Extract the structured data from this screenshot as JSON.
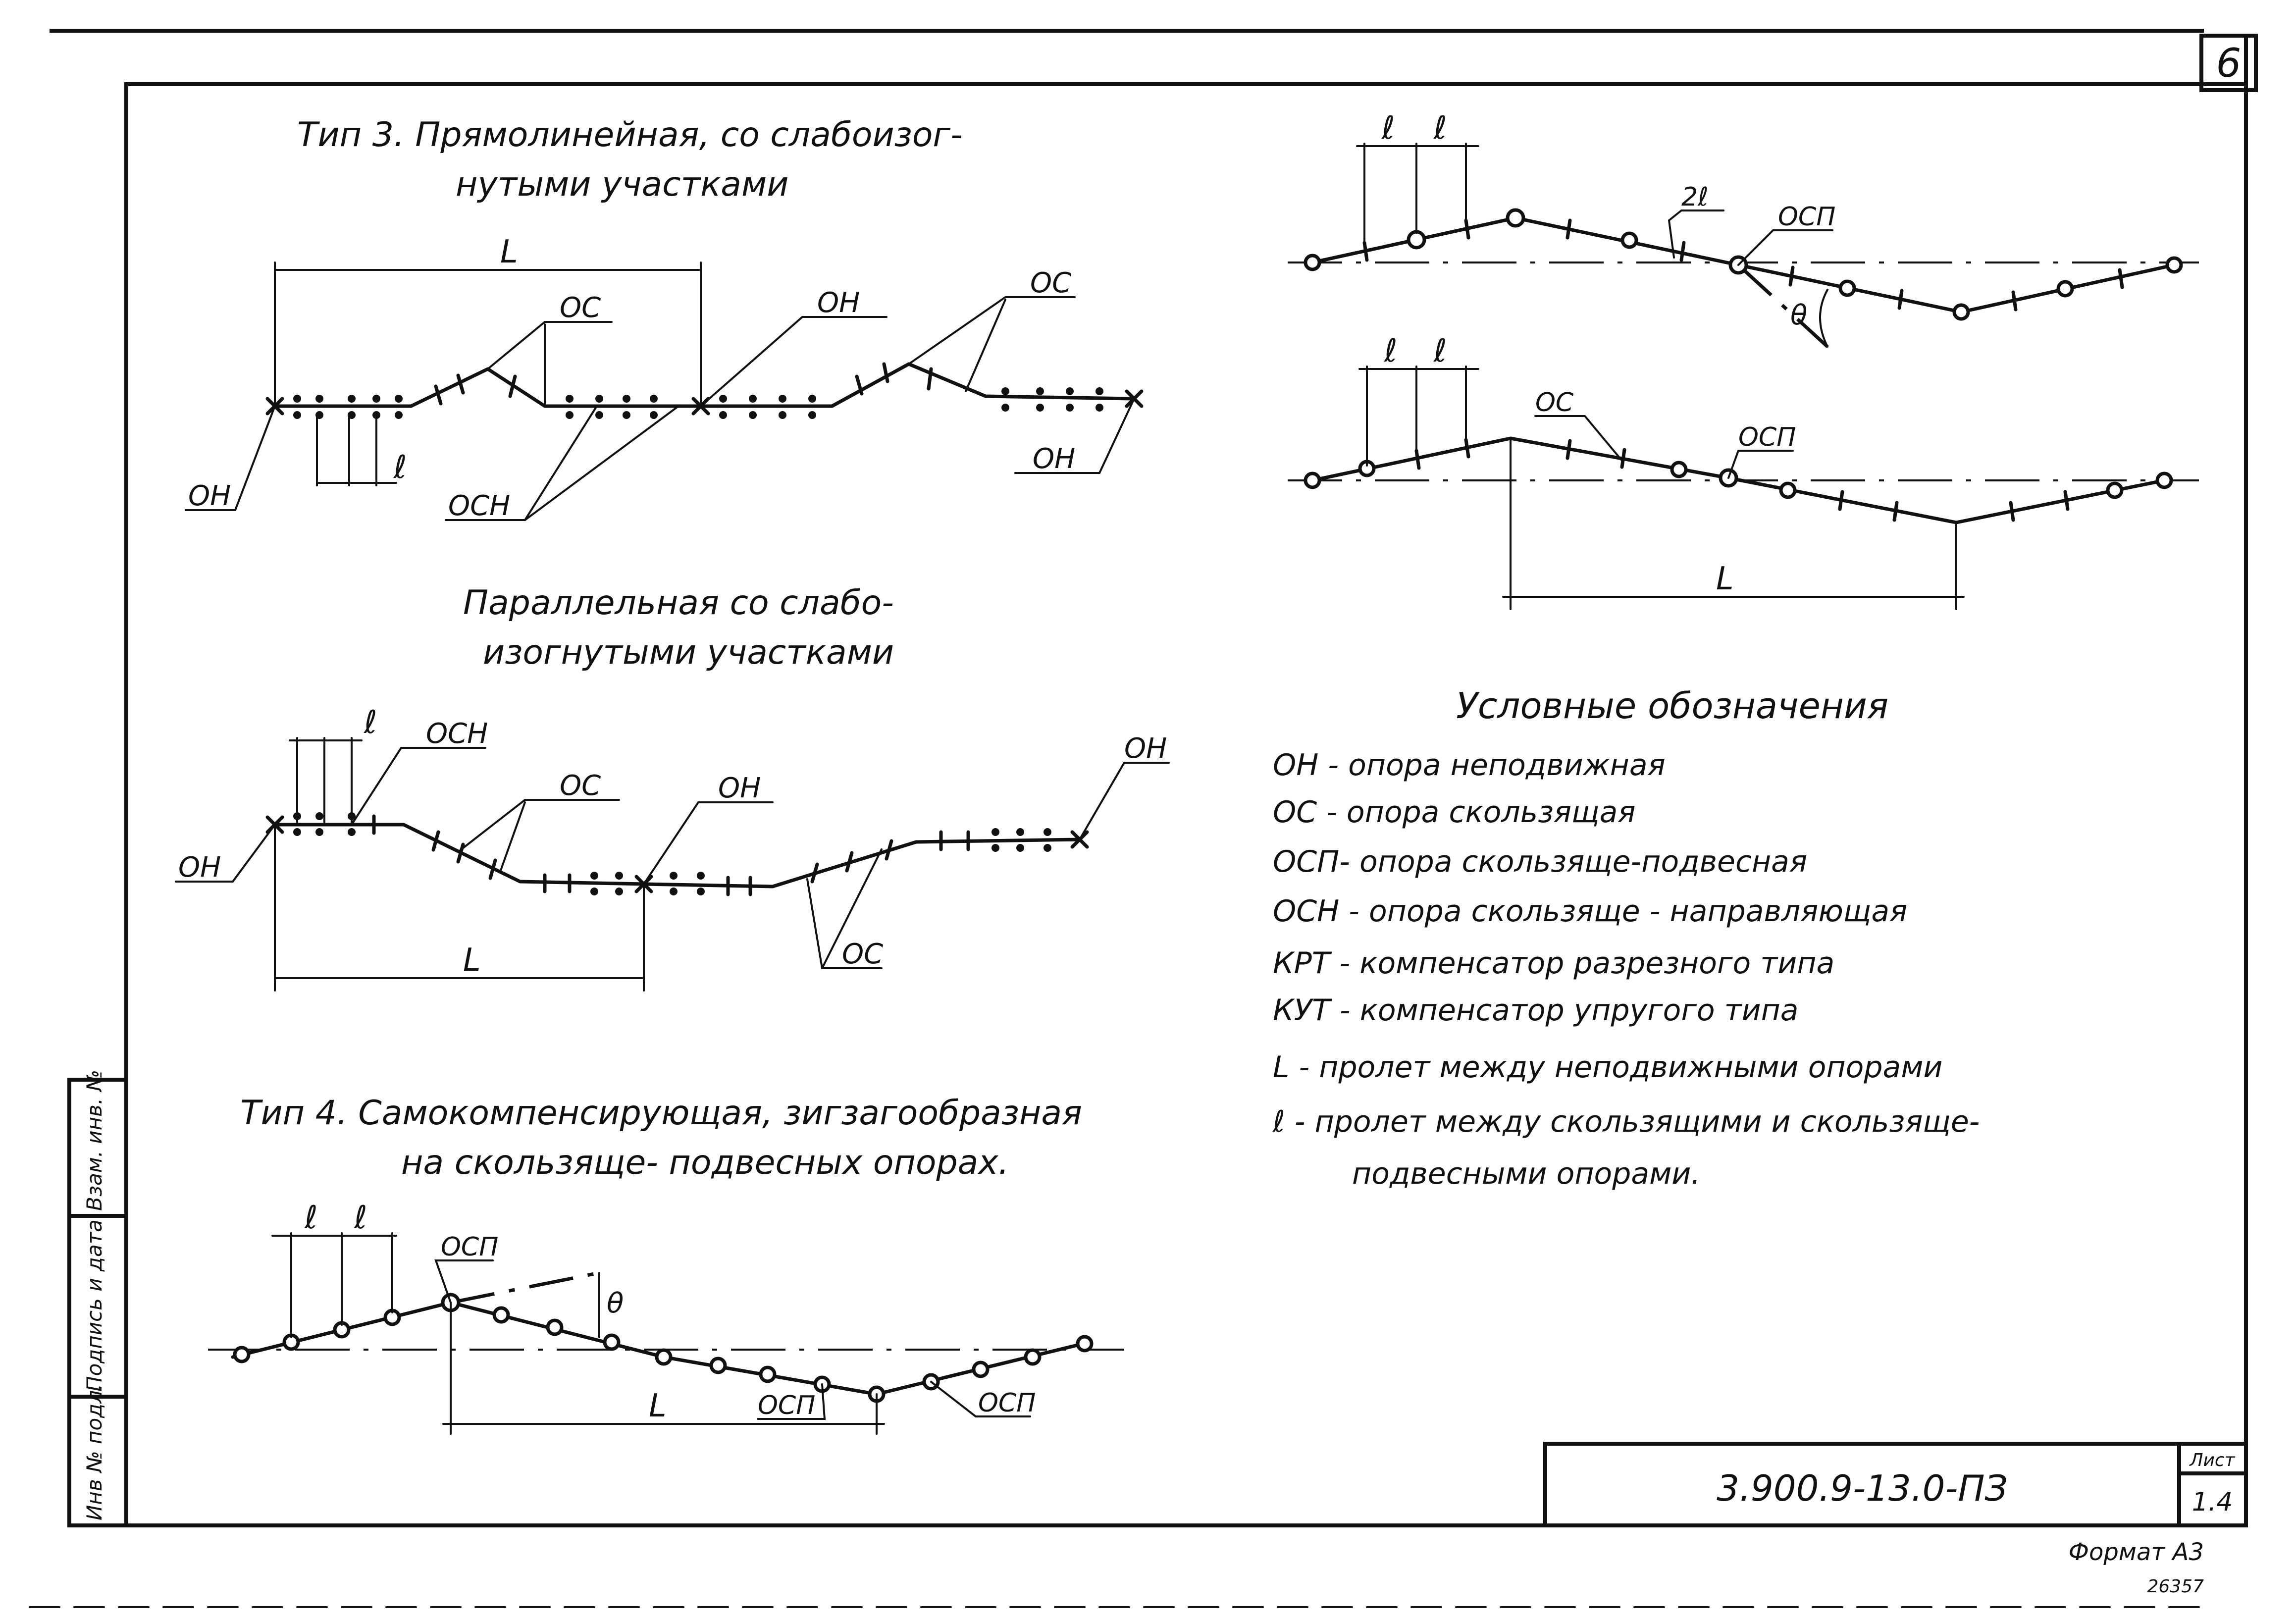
{
  "sheet": {
    "sheet_number": "6",
    "format": "Формат А3",
    "corner_mark": "26357"
  },
  "side_stamp": {
    "inv_no": "Инв № подл.",
    "signature": "Подпись и дата",
    "replace_inv": "Взам. инв. №"
  },
  "title_block": {
    "code": "3.900.9-13.0-ПЗ",
    "sheet_label": "Лист",
    "sheet_value": "1.4"
  },
  "type3": {
    "title_line1": "Тип 3.   Прямолинейная, со слабоизог-",
    "title_line2": "нутыми участками",
    "span_L": "L",
    "pitch_l": "ℓ",
    "label_oc": "ОС",
    "label_oh_top": "ОН",
    "label_oc2": "ОС",
    "label_oh_left": "ОН",
    "label_och": "ОСН",
    "label_oh_right": "ОН"
  },
  "parallel": {
    "title_line1": "Параллельная  со  слабо-",
    "title_line2": "изогнутыми  участками",
    "pitch_l": "ℓ",
    "label_och": "ОСН",
    "label_oc": "ОС",
    "label_oh_mid": "ОН",
    "label_oh_right": "ОН",
    "label_oh_left": "ОН",
    "label_oc_bottom": "ОС",
    "span_L": "L"
  },
  "type4": {
    "title_line1": "Тип 4. Самокомпенсирующая, зигзагообразная",
    "title_line2": "на скользяще- подвесных опорах.",
    "pitch_l1": "ℓ",
    "pitch_l2": "ℓ",
    "label_osp_top": "ОСП",
    "theta": "θ",
    "span_L": "L",
    "label_osp_mid": "ОСП",
    "label_osp_right": "ОСП"
  },
  "diagram_a": {
    "pitch_l1": "ℓ",
    "pitch_l2": "ℓ",
    "label_2l": "2ℓ",
    "label_osp": "ОСП",
    "theta": "θ"
  },
  "diagram_b": {
    "pitch_l1": "ℓ",
    "pitch_l2": "ℓ",
    "label_oc": "ОС",
    "label_osp": "ОСП",
    "span_L": "L"
  },
  "legend": {
    "title": "Условные  обозначения",
    "items": [
      "ОН - опора   неподвижная",
      "ОС - опора   скользящая",
      "ОСП- опора   скользяще-подвесная",
      "ОСН - опора  скользяще - направляющая",
      "КРТ - компенсатор  разрезного  типа",
      "КУТ - компенсатор  упругого  типа",
      " L  -  пролет  между неподвижными опорами",
      " ℓ  -  пролет  между  скользящими  и  скользяще-"
    ],
    "item_last_cont": "подвесными  опорами."
  }
}
